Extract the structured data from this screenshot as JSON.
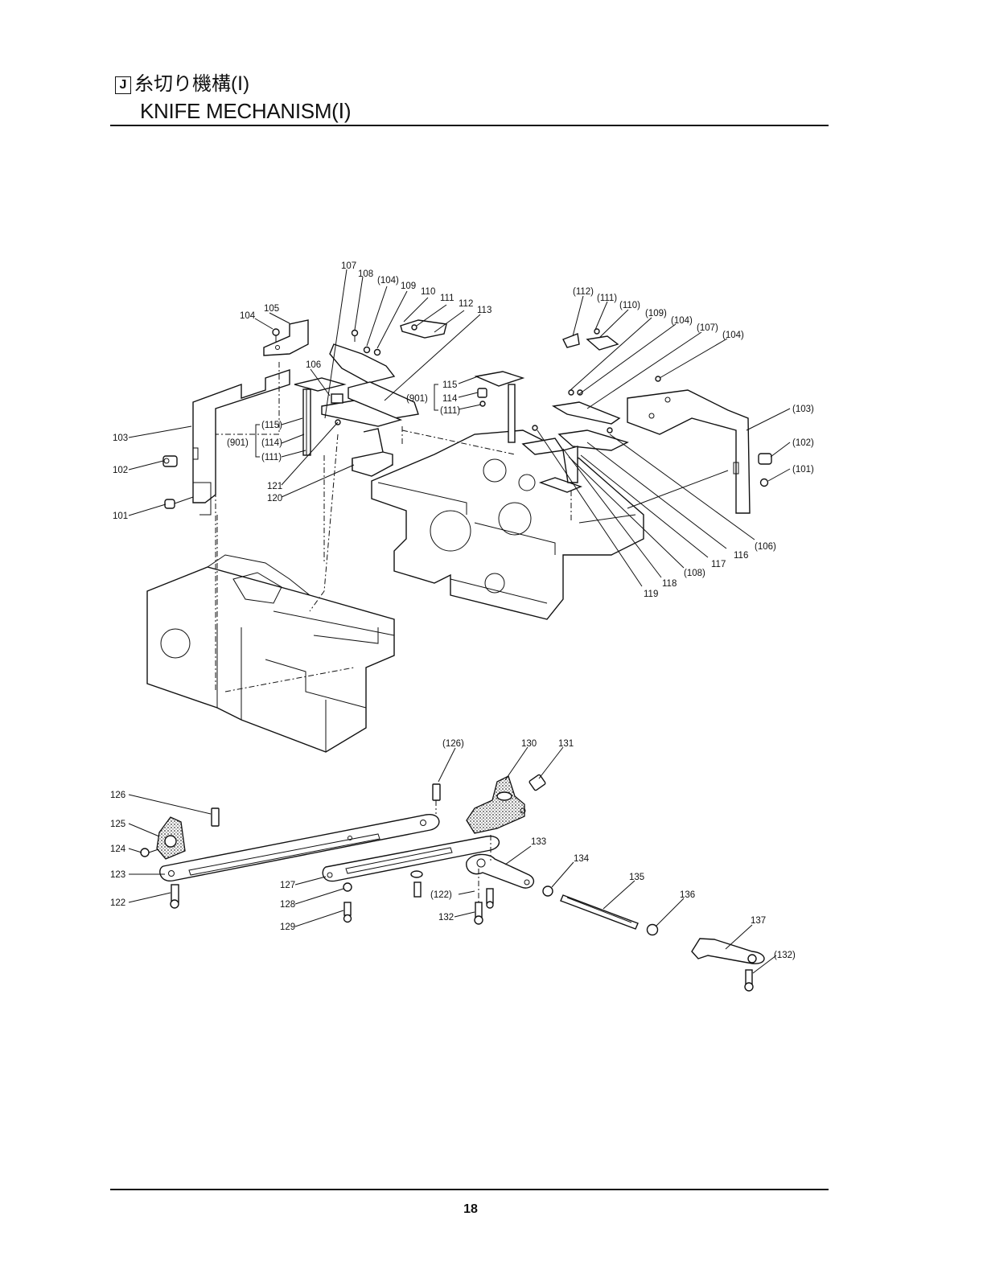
{
  "header": {
    "section_badge": "J",
    "title_jp": "糸切り機構(Ⅰ)",
    "title_en": "KNIFE MECHANISM(Ⅰ)"
  },
  "page_number": "18",
  "callouts": {
    "c107": "107",
    "c108": "108",
    "c104p_a": "(104)",
    "c109": "109",
    "c110": "110",
    "c111": "111",
    "c112": "112",
    "c113": "113",
    "c105": "105",
    "c104": "104",
    "c106": "106",
    "c115": "115",
    "c114": "114",
    "c111p_a": "(111)",
    "c901_a": "(901)",
    "c115p": "(115)",
    "c901_b": "(901)",
    "c114p": "(114)",
    "c111p_b": "(111)",
    "c103": "103",
    "c102": "102",
    "c101": "101",
    "c121": "121",
    "c120": "120",
    "c112p": "(112)",
    "c111p_c": "(111)",
    "c110p": "(110)",
    "c109p": "(109)",
    "c104p_b": "(104)",
    "c107p": "(107)",
    "c104p_c": "(104)",
    "c103p": "(103)",
    "c102p": "(102)",
    "c101p": "(101)",
    "c106p": "(106)",
    "c116": "116",
    "c117": "117",
    "c108p": "(108)",
    "c118": "118",
    "c119": "119",
    "c126p": "(126)",
    "c130": "130",
    "c131": "131",
    "c126": "126",
    "c125": "125",
    "c124": "124",
    "c123": "123",
    "c122": "122",
    "c127": "127",
    "c128": "128",
    "c129": "129",
    "c122p": "(122)",
    "c132": "132",
    "c133": "133",
    "c134": "134",
    "c135": "135",
    "c136": "136",
    "c137": "137",
    "c132p": "(132)"
  }
}
